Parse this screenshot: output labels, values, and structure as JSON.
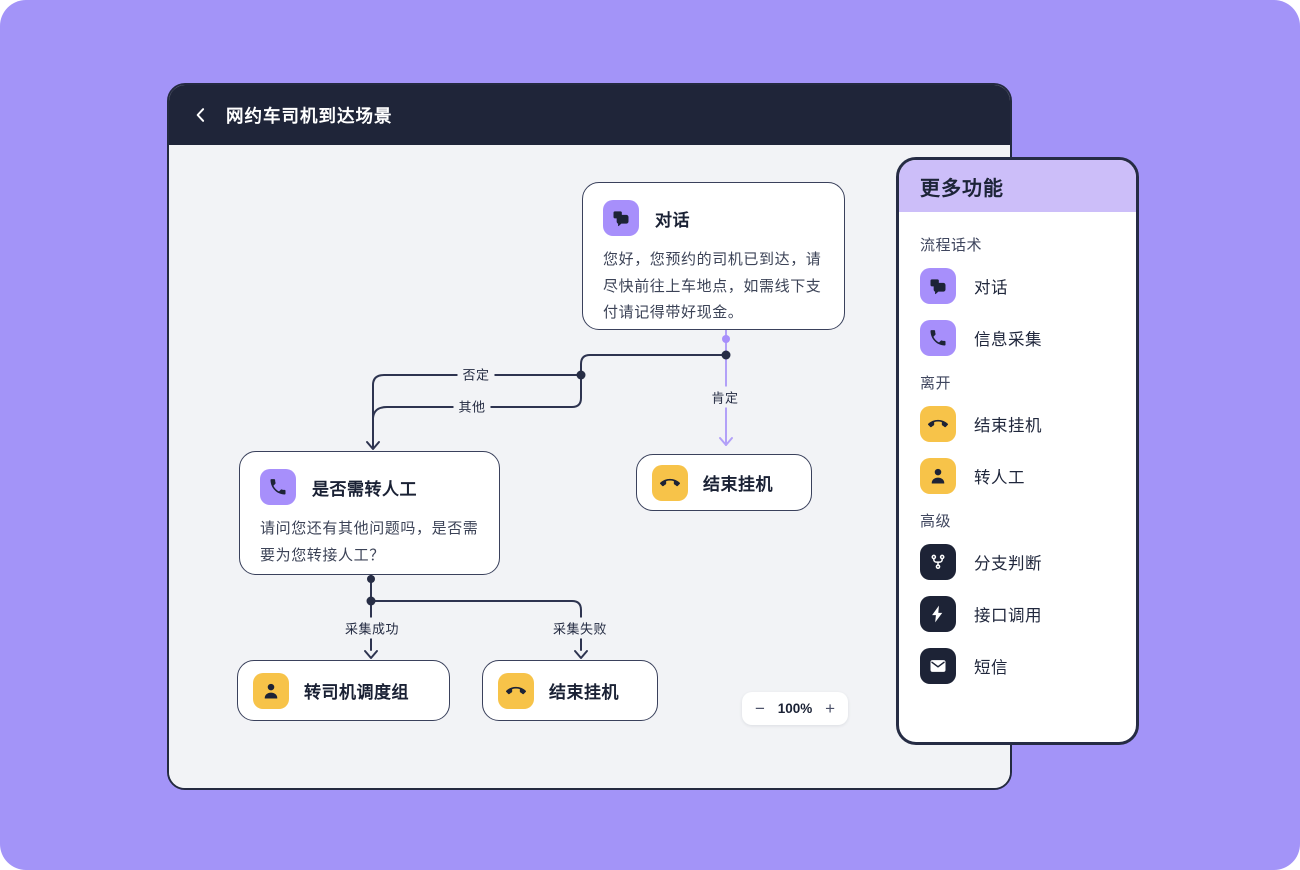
{
  "header": {
    "title": "网约车司机到达场景"
  },
  "canvas": {
    "nodes": {
      "dialog": {
        "icon": "chat-icon",
        "title": "对话",
        "body": "您好，您预约的司机已到达，请尽快前往上车地点，如需线下支付请记得带好现金。"
      },
      "transfer_check": {
        "icon": "phone-icon",
        "title": "是否需转人工",
        "body": "请问您还有其他问题吗，是否需要为您转接人工？"
      },
      "hangup_right": {
        "icon": "phone-hangup-icon",
        "title": "结束挂机"
      },
      "dispatch_group": {
        "icon": "person-icon",
        "title": "转司机调度组"
      },
      "hangup_bottom": {
        "icon": "phone-hangup-icon",
        "title": "结束挂机"
      }
    },
    "edge_labels": {
      "negative": "否定",
      "other": "其他",
      "positive": "肯定",
      "collect_success": "采集成功",
      "collect_fail": "采集失败"
    },
    "zoom_control": {
      "minus": "−",
      "value": "100%",
      "plus": "+"
    }
  },
  "panel": {
    "title": "更多功能",
    "sections": [
      {
        "label": "流程话术",
        "items": [
          {
            "icon": "chat-icon",
            "label": "对话"
          },
          {
            "icon": "phone-icon",
            "label": "信息采集"
          }
        ]
      },
      {
        "label": "离开",
        "items": [
          {
            "icon": "phone-hangup-icon",
            "label": "结束挂机"
          },
          {
            "icon": "person-icon",
            "label": "转人工"
          }
        ]
      },
      {
        "label": "高级",
        "items": [
          {
            "icon": "branch-icon",
            "label": "分支判断"
          },
          {
            "icon": "bolt-icon",
            "label": "接口调用"
          },
          {
            "icon": "mail-icon",
            "label": "短信"
          }
        ]
      }
    ]
  },
  "colors": {
    "background": "#a394f8",
    "panel_header": "#ccbef9",
    "accent_purple": "#a78ffb",
    "accent_yellow": "#f7c349",
    "dark_navy": "#1f2539",
    "canvas_bg": "#f2f3f6",
    "edge_dark": "#2e3450",
    "edge_purple": "#b2a0f8"
  }
}
